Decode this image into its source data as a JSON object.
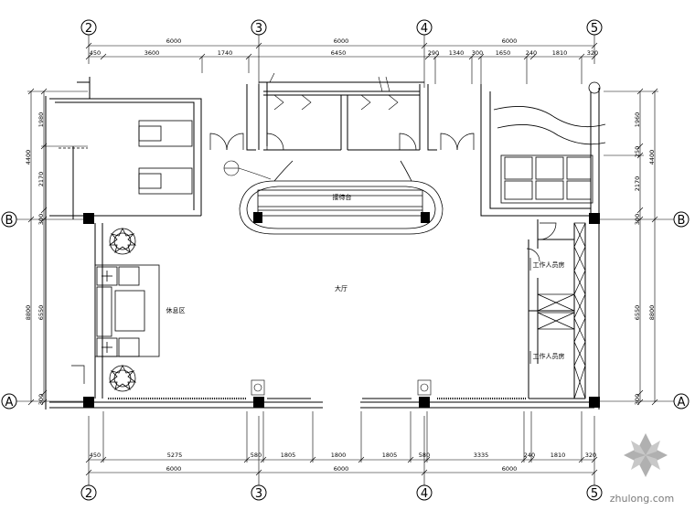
{
  "axes": {
    "top": [
      "2",
      "3",
      "4",
      "5"
    ],
    "bottom": [
      "2",
      "3",
      "4",
      "5"
    ],
    "left": [
      "B",
      "A"
    ],
    "right": [
      "B",
      "A"
    ]
  },
  "dims": {
    "top_overall": [
      "6000",
      "6000",
      "6000"
    ],
    "top_detail": [
      "450",
      "3600",
      "1740",
      "6450",
      "290",
      "1340",
      "300",
      "1650",
      "240",
      "1810",
      "320"
    ],
    "bottom_detail": [
      "450",
      "5275",
      "580",
      "1805",
      "1800",
      "1805",
      "580",
      "3335",
      "240",
      "1810",
      "320"
    ],
    "bottom_overall": [
      "6000",
      "6000",
      "6000"
    ],
    "left_detail": [
      "1980",
      "2170",
      "300",
      "6550",
      "300"
    ],
    "left_overall": [
      "4400",
      "8800"
    ],
    "right_detail": [
      "1960",
      "250",
      "2170",
      "300",
      "6550",
      "300"
    ],
    "right_overall": [
      "4400",
      "8800"
    ]
  },
  "rooms": {
    "reception": "接待台",
    "lobby": "大厅",
    "rest_area": "休息区",
    "staff_room_1": "工作人员房",
    "staff_room_2": "工作人员房"
  },
  "watermark": {
    "text": "zhulong.com"
  }
}
